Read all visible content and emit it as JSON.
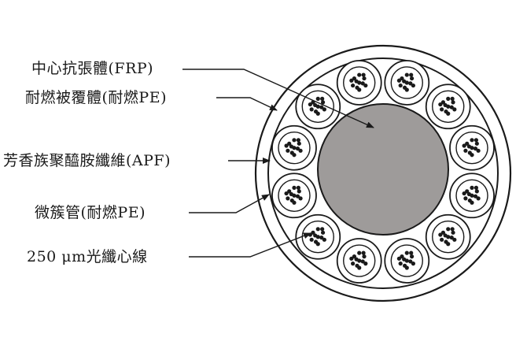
{
  "labels": {
    "frp": "中心抗張體(FRP)",
    "flame_pe_jacket": "耐燃被覆體(耐燃PE)",
    "apf": "芳香族聚醯胺纖維(APF)",
    "microtube": "微簇管(耐燃PE)",
    "fiber": "250 μm光纖心線"
  },
  "colors": {
    "line": "#1a1a1a",
    "core_fill": "#9e9b9a",
    "background": "#ffffff"
  }
}
